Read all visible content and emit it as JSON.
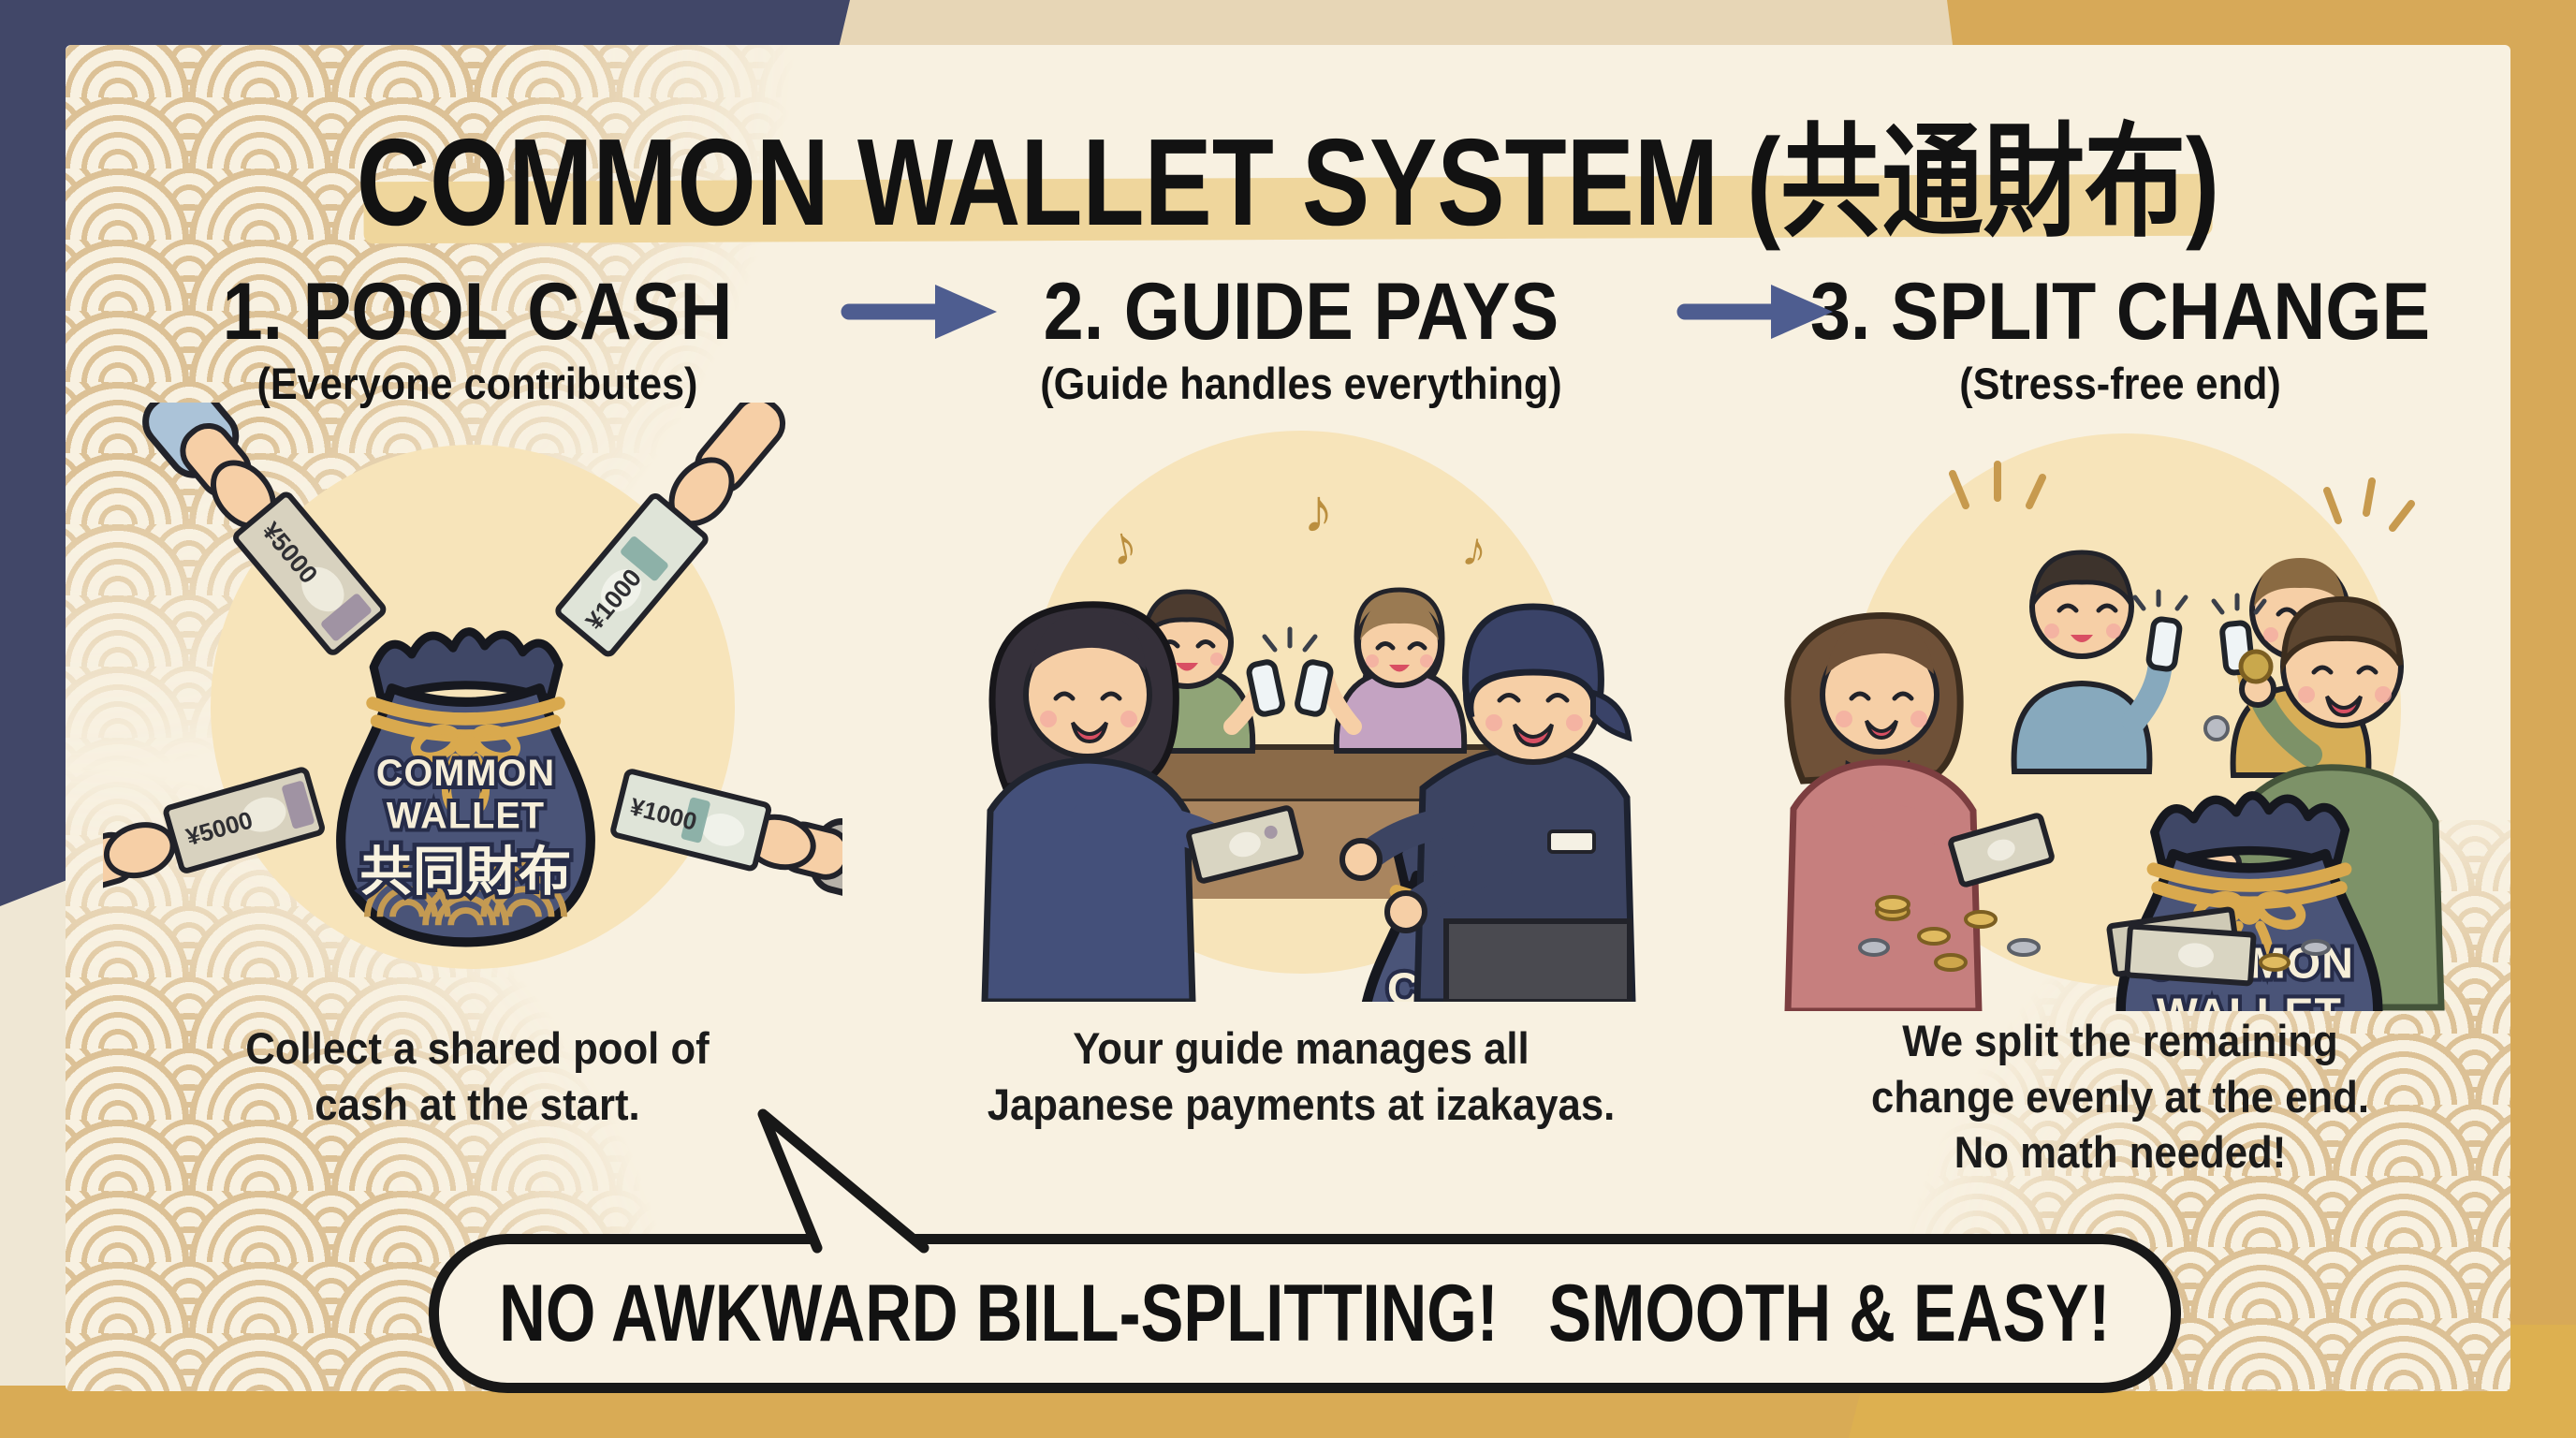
{
  "title": {
    "text": "COMMON WALLET SYSTEM (共通財布)"
  },
  "steps": [
    {
      "heading": "1. POOL CASH",
      "subtitle": "(Everyone contributes)",
      "caption": "Collect a shared pool of\ncash at the start."
    },
    {
      "heading": "2. GUIDE PAYS",
      "subtitle": "(Guide handles everything)",
      "caption": "Your guide manages all\nJapanese payments at izakayas."
    },
    {
      "heading": "3. SPLIT CHANGE",
      "subtitle": "(Stress-free end)",
      "caption": "We split the remaining\nchange evenly at the end.\nNo math needed!"
    }
  ],
  "wallet_bag": {
    "line1": "COMMON",
    "line2": "WALLET",
    "jp": "共同財布"
  },
  "banknotes": {
    "n5000": "¥5000",
    "n1000": "¥1000"
  },
  "bubble": {
    "text": "NO AWKWARD BILL-SPLITTING!  SMOOTH & EASY!"
  },
  "icons": {
    "music_note": "♪"
  },
  "colors": {
    "border_navy": "#414768",
    "border_gold": "#d7a958",
    "panel_cream": "#f8f1e1",
    "title_highlight": "#efd69c",
    "arrow_navy": "#4e5d90",
    "bag_navy": "#4a5478",
    "rope_gold": "#d9a94e",
    "glow_yellow": "#f7e4ba",
    "wave_tan": "#dcc196"
  }
}
